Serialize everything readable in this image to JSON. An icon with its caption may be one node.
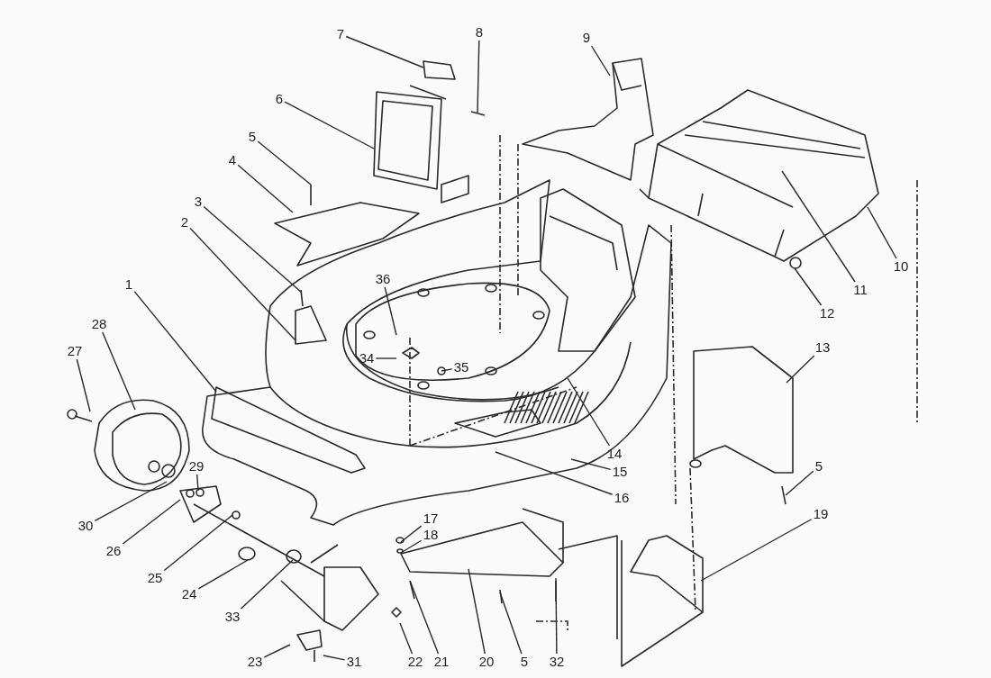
{
  "diagram": {
    "nodes": [
      {
        "text": [
          "7"
        ]
      },
      {
        "text": [
          "8"
        ]
      },
      {
        "text": [
          "9"
        ]
      },
      {
        "text": [
          "6"
        ]
      },
      {
        "text": [
          "5"
        ]
      },
      {
        "text": [
          "4"
        ]
      },
      {
        "text": [
          "3"
        ]
      },
      {
        "text": [
          "2"
        ]
      },
      {
        "text": [
          "10"
        ]
      },
      {
        "text": [
          "36"
        ]
      },
      {
        "text": [
          "1"
        ]
      },
      {
        "text": [
          "11"
        ]
      },
      {
        "text": [
          "12"
        ]
      },
      {
        "text": [
          "28"
        ]
      },
      {
        "text": [
          "13"
        ]
      },
      {
        "text": [
          "27"
        ]
      },
      {
        "text": [
          "34"
        ]
      },
      {
        "text": [
          "35"
        ]
      },
      {
        "text": [
          "14"
        ]
      },
      {
        "text": [
          "15"
        ]
      },
      {
        "text": [
          "5"
        ]
      },
      {
        "text": [
          "29"
        ]
      },
      {
        "text": [
          "16"
        ]
      },
      {
        "text": [
          "19"
        ]
      },
      {
        "text": [
          "17"
        ]
      },
      {
        "text": [
          "30"
        ]
      },
      {
        "text": [
          "18"
        ]
      },
      {
        "text": [
          "26"
        ]
      },
      {
        "text": [
          "25"
        ]
      },
      {
        "text": [
          "24"
        ]
      },
      {
        "text": [
          "33"
        ]
      },
      {
        "text": [
          "23"
        ]
      },
      {
        "text": [
          "31"
        ]
      },
      {
        "text": [
          "22"
        ]
      },
      {
        "text": [
          "21"
        ]
      },
      {
        "text": [
          "20"
        ]
      },
      {
        "text": [
          "5"
        ]
      },
      {
        "text": [
          "32"
        ]
      }
    ],
    "edges": [
      {
        "from": 0,
        "to": null,
        "arrow": "none"
      },
      {
        "from": 1,
        "to": null,
        "arrow": "none"
      },
      {
        "from": 2,
        "to": null,
        "arrow": "none"
      },
      {
        "from": 3,
        "to": null,
        "arrow": "none"
      },
      {
        "from": 4,
        "to": null,
        "arrow": "none"
      },
      {
        "from": 5,
        "to": null,
        "arrow": "none"
      },
      {
        "from": 6,
        "to": null,
        "arrow": "none"
      },
      {
        "from": 7,
        "to": null,
        "arrow": "none"
      },
      {
        "from": 8,
        "to": null,
        "arrow": "none"
      },
      {
        "from": 9,
        "to": null,
        "arrow": "none"
      },
      {
        "from": 10,
        "to": null,
        "arrow": "none"
      },
      {
        "from": 11,
        "to": null,
        "arrow": "none"
      },
      {
        "from": 12,
        "to": null,
        "arrow": "none"
      },
      {
        "from": 13,
        "to": null,
        "arrow": "none"
      },
      {
        "from": 14,
        "to": null,
        "arrow": "none"
      },
      {
        "from": 15,
        "to": null,
        "arrow": "none"
      },
      {
        "from": 16,
        "to": null,
        "arrow": "none"
      },
      {
        "from": 17,
        "to": null,
        "arrow": "none"
      },
      {
        "from": 18,
        "to": null,
        "arrow": "none"
      },
      {
        "from": 19,
        "to": null,
        "arrow": "none"
      },
      {
        "from": 20,
        "to": null,
        "arrow": "none"
      },
      {
        "from": 21,
        "to": null,
        "arrow": "none"
      },
      {
        "from": 22,
        "to": null,
        "arrow": "none"
      },
      {
        "from": 23,
        "to": null,
        "arrow": "none"
      },
      {
        "from": 24,
        "to": null,
        "arrow": "none"
      },
      {
        "from": 25,
        "to": null,
        "arrow": "none"
      },
      {
        "from": 26,
        "to": null,
        "arrow": "none"
      },
      {
        "from": 27,
        "to": null,
        "arrow": "none"
      },
      {
        "from": 28,
        "to": null,
        "arrow": "none"
      },
      {
        "from": 29,
        "to": null,
        "arrow": "none"
      },
      {
        "from": 30,
        "to": null,
        "arrow": "none"
      },
      {
        "from": 31,
        "to": null,
        "arrow": "none"
      },
      {
        "from": 32,
        "to": null,
        "arrow": "none"
      },
      {
        "from": 33,
        "to": null,
        "arrow": "none"
      },
      {
        "from": 34,
        "to": null,
        "arrow": "none"
      },
      {
        "from": 35,
        "to": null,
        "arrow": "none"
      },
      {
        "from": 36,
        "to": null,
        "arrow": "none"
      },
      {
        "from": 37,
        "to": null,
        "arrow": "none"
      }
    ]
  }
}
